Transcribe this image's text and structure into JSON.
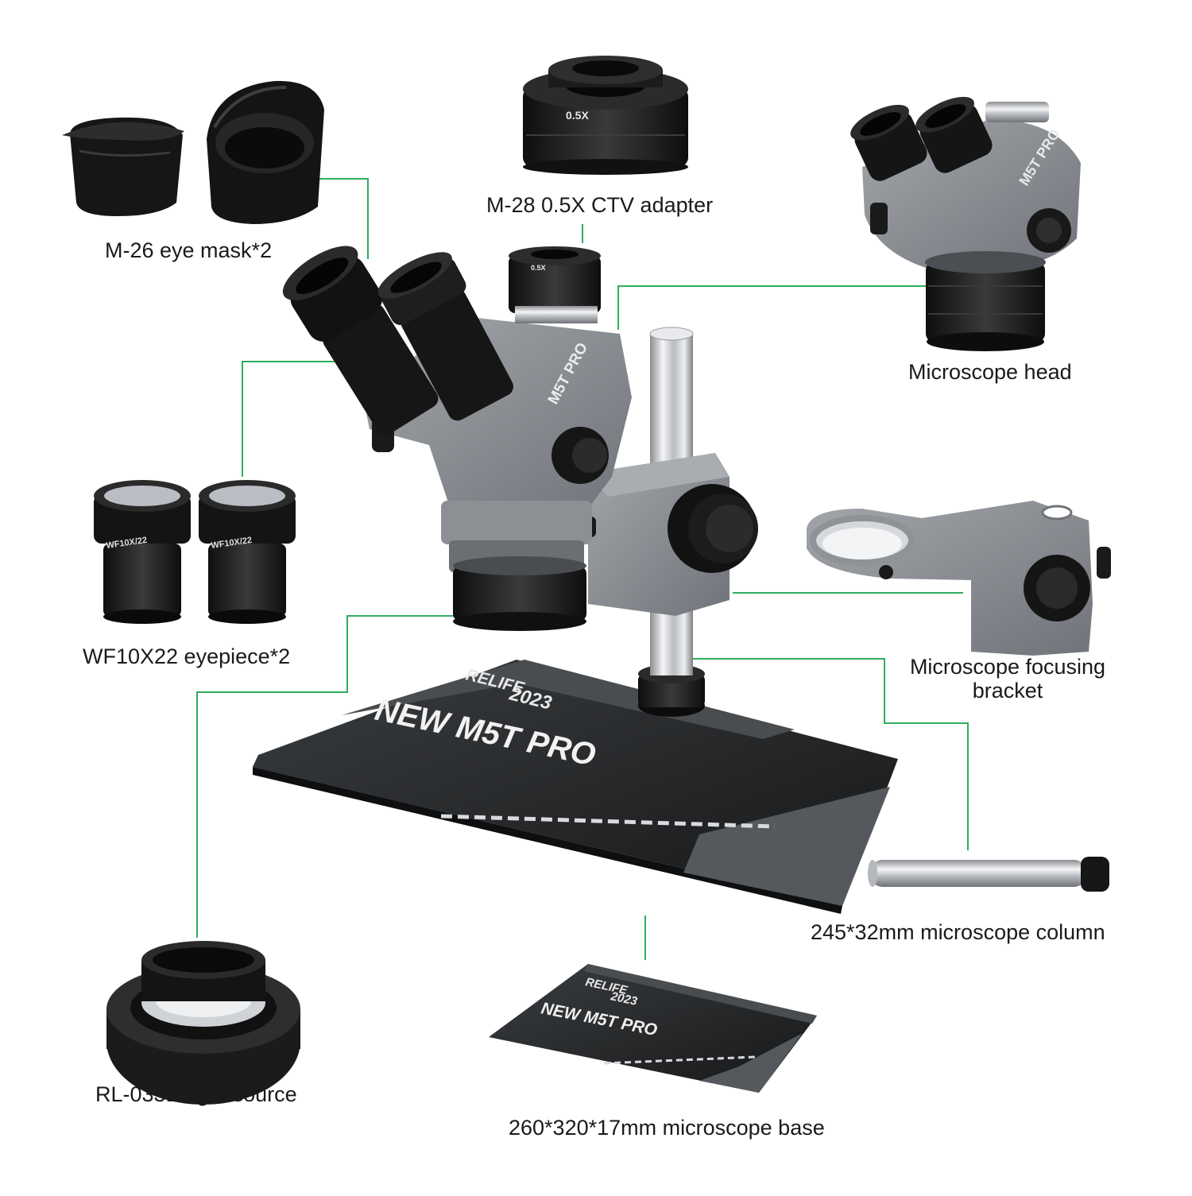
{
  "labels": {
    "eye_mask": "M-26 eye mask*2",
    "ctv_adapter": "M-28 0.5X CTV adapter",
    "microscope_head": "Microscope head",
    "eyepiece": "WF10X22 eyepiece*2",
    "focusing_bracket_line1": "Microscope focusing",
    "focusing_bracket_line2": "bracket",
    "column": "245*32mm microscope column",
    "light_source": "RL-033D light source",
    "base": "260*320*17mm microscope base"
  },
  "engravings": {
    "adapter_mark": "0.5X",
    "model_mark": "M5T PRO",
    "eyepiece_mark": "WF10X/22",
    "base_brand": "RELIFE",
    "base_year": "2023",
    "base_title": "NEW M5T PRO"
  },
  "colors": {
    "leader_line": "#2fae5c",
    "body_gray": "#8f9398",
    "rubber_black": "#1b1b1b",
    "base_black": "#222426",
    "chrome": "#d8dadd"
  }
}
